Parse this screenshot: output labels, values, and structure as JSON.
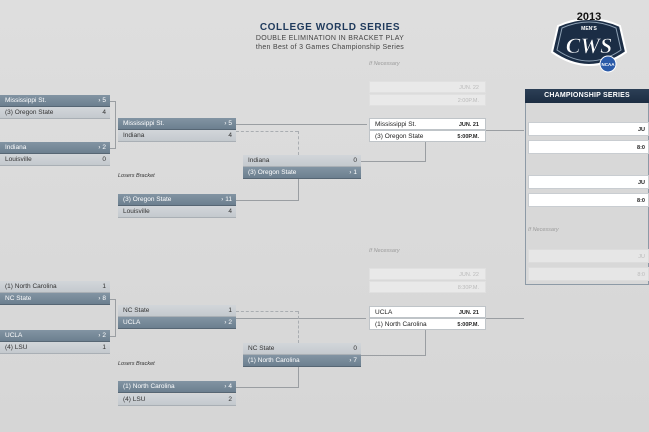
{
  "header": {
    "title": "COLLEGE WORLD SERIES",
    "line1": "DOUBLE ELIMINATION IN BRACKET PLAY",
    "line2": "then Best of 3 Games Championship Series"
  },
  "logo": {
    "year": "2013",
    "top_text": "MEN'S",
    "main_text": "CWS",
    "badge_text": "NCAA"
  },
  "colors": {
    "champ_header": "#1c2d42",
    "team_row": "#6c7f8f"
  },
  "top": {
    "g1": [
      {
        "team": "Mississippi St.",
        "score": "5",
        "arrow": "›"
      },
      {
        "team": "(3) Oregon State",
        "score": "4"
      }
    ],
    "g2": [
      {
        "team": "Indiana",
        "score": "2",
        "arrow": "›"
      },
      {
        "team": "Louisville",
        "score": "0"
      }
    ],
    "g3": [
      {
        "team": "Mississippi St.",
        "score": "5",
        "arrow": "›"
      },
      {
        "team": "Indiana",
        "score": "4"
      }
    ],
    "g4": [
      {
        "team": "Indiana",
        "score": "0"
      },
      {
        "team": "(3) Oregon State",
        "score": "1",
        "arrow": "›"
      }
    ],
    "g5": [
      {
        "team": "(3) Oregon State",
        "score": "11",
        "arrow": "›"
      },
      {
        "team": "Louisville",
        "score": "4"
      }
    ],
    "final": [
      {
        "team": "Mississippi St.",
        "date": "JUN. 21"
      },
      {
        "team": "(3) Oregon State",
        "date": "5:00P.M."
      }
    ],
    "ifnec": {
      "label": "If Necessary",
      "date": "JUN. 22",
      "time": "2:00P.M."
    },
    "losers": "Losers Bracket"
  },
  "bottom": {
    "g1": [
      {
        "team": "(1) North Carolina",
        "score": "1"
      },
      {
        "team": "NC State",
        "score": "8",
        "arrow": "›"
      }
    ],
    "g2": [
      {
        "team": "UCLA",
        "score": "2",
        "arrow": "›"
      },
      {
        "team": "(4) LSU",
        "score": "1"
      }
    ],
    "g3": [
      {
        "team": "NC State",
        "score": "1"
      },
      {
        "team": "UCLA",
        "score": "2",
        "arrow": "›"
      }
    ],
    "g4": [
      {
        "team": "NC State",
        "score": "0"
      },
      {
        "team": "(1) North Carolina",
        "score": "7",
        "arrow": "›"
      }
    ],
    "g5": [
      {
        "team": "(1) North Carolina",
        "score": "4",
        "arrow": "›"
      },
      {
        "team": "(4) LSU",
        "score": "2"
      }
    ],
    "final": [
      {
        "team": "UCLA",
        "date": "JUN. 21"
      },
      {
        "team": "(1) North Carolina",
        "date": "5:00P.M."
      }
    ],
    "ifnec": {
      "label": "If Necessary",
      "date": "JUN. 22",
      "time": "8:30P.M."
    },
    "losers": "Losers Bracket"
  },
  "championship": {
    "title": "CHAMPIONSHIP SERIES",
    "g1": {
      "date": "JU",
      "time": "8:0"
    },
    "g2": {
      "date": "JU",
      "time": "8:0"
    },
    "ifnec": {
      "label": "If Necessary",
      "date": "JU",
      "time": "8:0"
    }
  }
}
